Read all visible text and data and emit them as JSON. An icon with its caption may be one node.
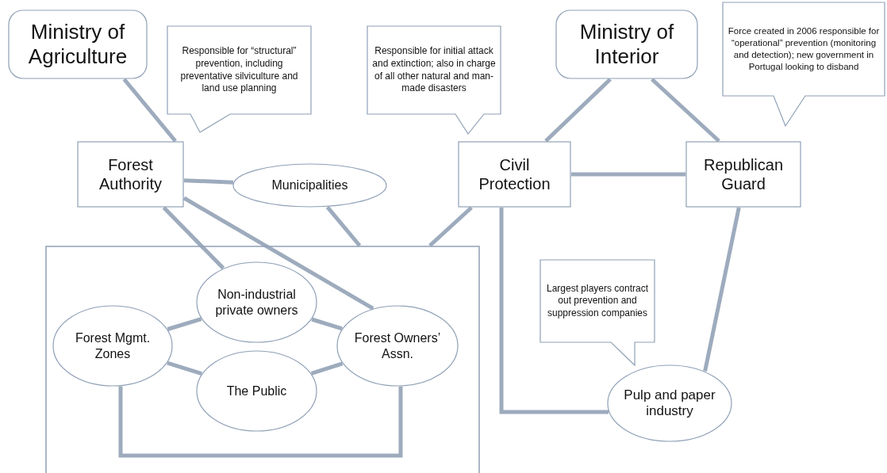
{
  "diagram": {
    "nodes": [
      {
        "text": [
          "Ministry of Agriculture"
        ]
      },
      {
        "text": [
          "Responsible for “structural” prevention, including preventative silviculture and land use planning"
        ]
      },
      {
        "text": [
          "Responsible for initial attack and extinction; also in charge of all other natural and man-made disasters"
        ]
      },
      {
        "text": [
          "Ministry of Interior"
        ]
      },
      {
        "text": [
          "Force created in 2006 responsible for “operational” prevention (monitoring and detection); new government in Portugal looking to disband"
        ]
      },
      {
        "text": [
          "Forest Authority"
        ]
      },
      {
        "text": [
          "Municipalities"
        ]
      },
      {
        "text": [
          "Civil Protection"
        ]
      },
      {
        "text": [
          "Republican Guard"
        ]
      },
      {
        "text": [],
        "shape": "box"
      },
      {
        "text": [
          "Non-industrial private owners"
        ],
        "in": 9
      },
      {
        "text": [
          "Forest Mgmt. Zones"
        ],
        "in": 9
      },
      {
        "text": [
          "Forest Owners’ Assn."
        ],
        "in": 9
      },
      {
        "text": [
          "The Public"
        ],
        "in": 9
      },
      {
        "text": [
          "Largest players contract out prevention and suppression companies"
        ]
      },
      {
        "text": [
          "Pulp and paper industry"
        ]
      }
    ],
    "edges": [
      {
        "from": 0,
        "to": 5,
        "arrow": "none"
      },
      {
        "from": 3,
        "to": 7,
        "arrow": "none"
      },
      {
        "from": 3,
        "to": 8,
        "arrow": "none"
      },
      {
        "from": 7,
        "to": 8,
        "arrow": "none"
      },
      {
        "from": 5,
        "to": 6,
        "arrow": "none"
      },
      {
        "from": 5,
        "to": 10,
        "arrow": "none"
      },
      {
        "from": 5,
        "to": 12,
        "arrow": "none"
      },
      {
        "from": 6,
        "to": 9,
        "arrow": "none"
      },
      {
        "from": 7,
        "to": 9,
        "arrow": "none"
      },
      {
        "from": 10,
        "to": 11,
        "arrow": "none"
      },
      {
        "from": 10,
        "to": 12,
        "arrow": "none"
      },
      {
        "from": 11,
        "to": 13,
        "arrow": "none"
      },
      {
        "from": 12,
        "to": 13,
        "arrow": "none"
      },
      {
        "from": 11,
        "to": 12,
        "arrow": "none"
      },
      {
        "from": 7,
        "to": 15,
        "arrow": "none"
      },
      {
        "from": 8,
        "to": 15,
        "arrow": "none"
      }
    ]
  }
}
